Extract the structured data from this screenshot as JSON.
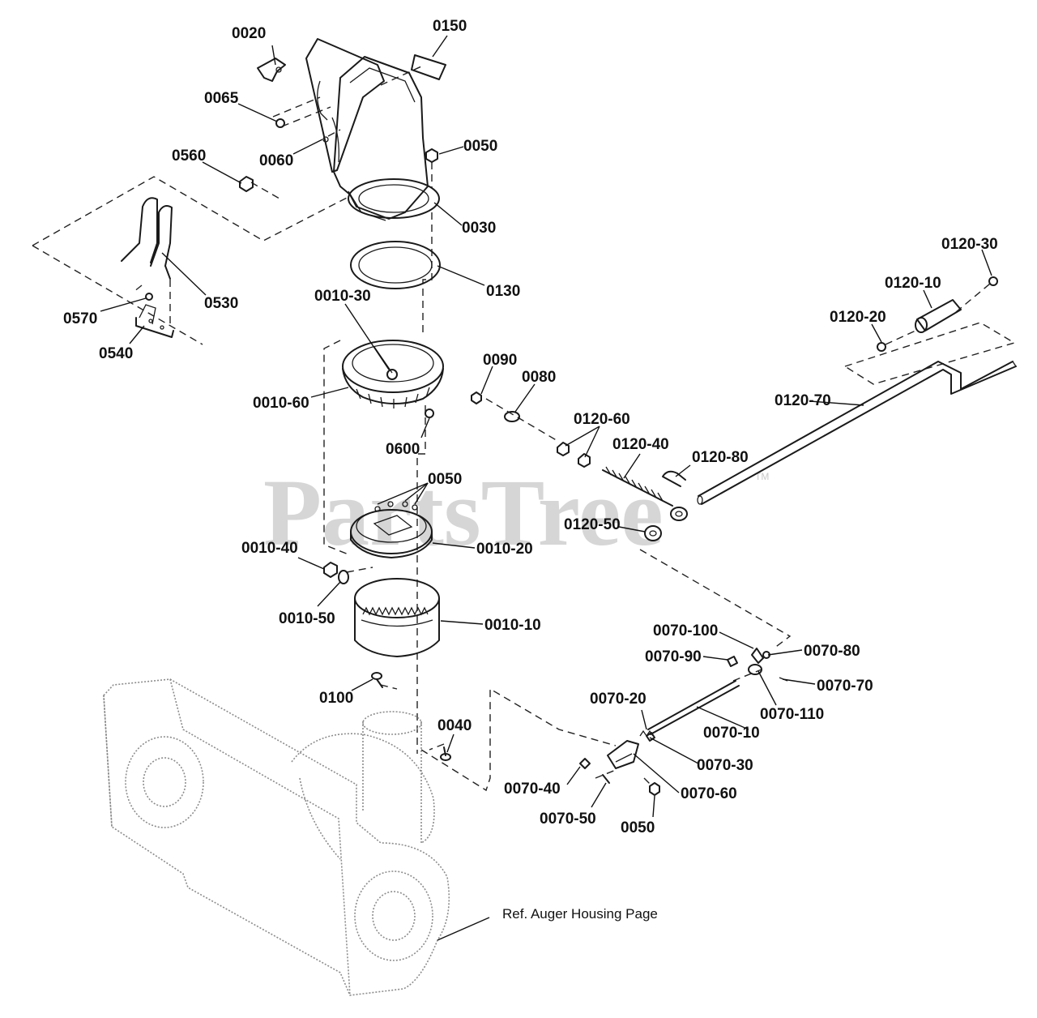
{
  "watermark": {
    "text": "PartsTree",
    "trademark": "TM"
  },
  "reference_note": "Ref. Auger Housing Page",
  "callouts": {
    "c0020": "0020",
    "c0150": "0150",
    "c0065": "0065",
    "c0060": "0060",
    "c0050_top": "0050",
    "c0560": "0560",
    "c0030": "0030",
    "c0530": "0530",
    "c0570": "0570",
    "c0540": "0540",
    "c0130": "0130",
    "c0010_30": "0010-30",
    "c0010_60": "0010-60",
    "c0600": "0600",
    "c0090": "0090",
    "c0080": "0080",
    "c0120_30": "0120-30",
    "c0120_10": "0120-10",
    "c0120_20": "0120-20",
    "c0120_70": "0120-70",
    "c0120_60": "0120-60",
    "c0120_40": "0120-40",
    "c0120_80": "0120-80",
    "c0120_50": "0120-50",
    "c0050_mid": "0050",
    "c0010_20": "0010-20",
    "c0010_40": "0010-40",
    "c0010_50": "0010-50",
    "c0010_10": "0010-10",
    "c0070_100": "0070-100",
    "c0070_80": "0070-80",
    "c0070_90": "0070-90",
    "c0070_70": "0070-70",
    "c0070_110": "0070-110",
    "c0070_10": "0070-10",
    "c0070_20": "0070-20",
    "c0070_30": "0070-30",
    "c0070_40": "0070-40",
    "c0070_60": "0070-60",
    "c0070_50": "0070-50",
    "c0050_bot": "0050",
    "c0100": "0100",
    "c0040": "0040"
  }
}
